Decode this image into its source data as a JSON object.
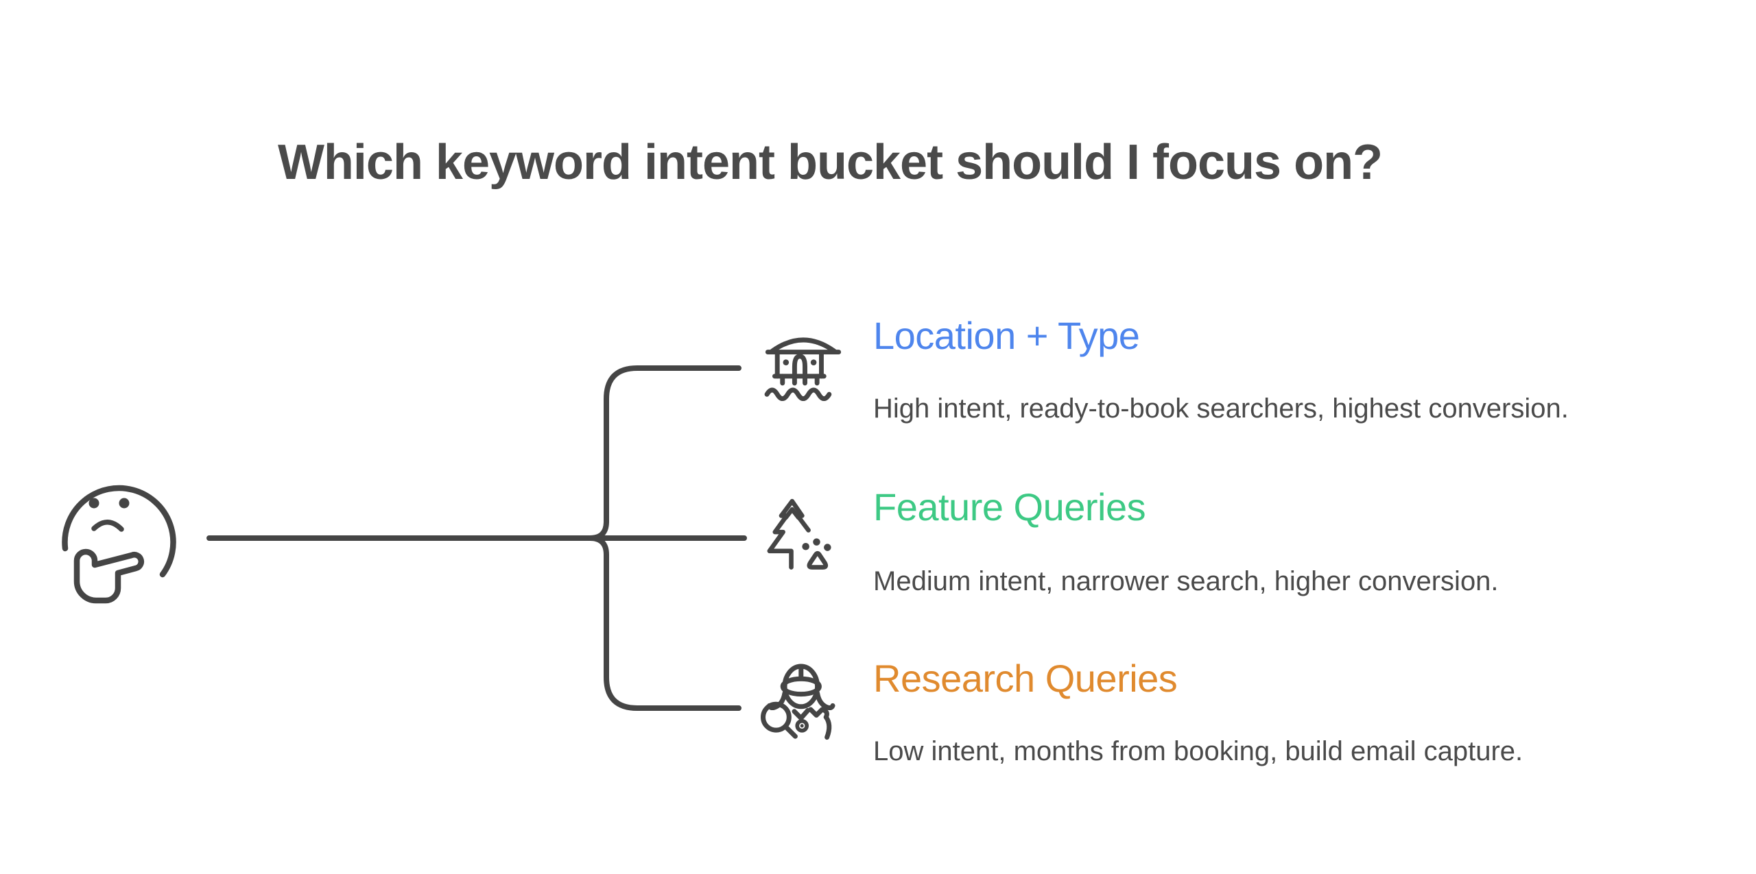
{
  "title": "Which keyword intent bucket should I focus on?",
  "colors": {
    "line_art": "#454545",
    "title_text": "#4A4A4A",
    "description_text": "#4A4A4A",
    "branch_blue": "#4E85ED",
    "branch_green": "#3DC984",
    "branch_orange": "#E08A2E"
  },
  "mindmap": {
    "root_icon": "thinking-face-icon",
    "branches": [
      {
        "label": "Location + Type",
        "color": "#4E85ED",
        "icon": "overwater-bungalow-icon",
        "description": "High intent, ready-to-book searchers, highest conversion."
      },
      {
        "label": "Feature Queries",
        "color": "#3DC984",
        "icon": "pine-tree-paw-icon",
        "description": "Medium intent, narrower search, higher conversion."
      },
      {
        "label": "Research Queries",
        "color": "#E08A2E",
        "icon": "researcher-magnifier-icon",
        "description": "Low intent, months from booking, build email capture."
      }
    ]
  }
}
